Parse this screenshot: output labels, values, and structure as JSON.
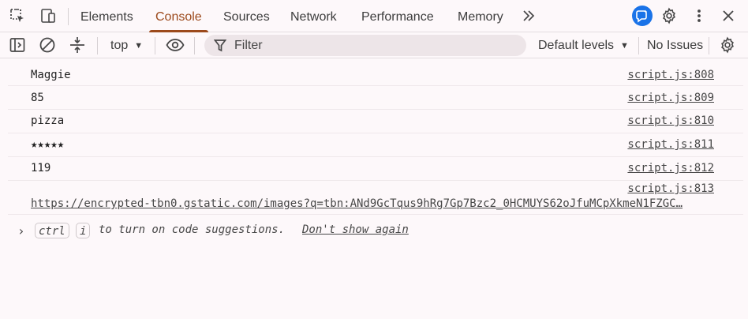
{
  "colors": {
    "accent": "#9c4a1c",
    "ai_button": "#1a73e8"
  },
  "tabbar": {
    "tabs": [
      {
        "label": "Elements",
        "active": false
      },
      {
        "label": "Console",
        "active": true
      },
      {
        "label": "Sources",
        "active": false
      },
      {
        "label": "Network",
        "active": false
      },
      {
        "label": "Performance",
        "active": false
      },
      {
        "label": "Memory",
        "active": false
      }
    ],
    "more_icon": "double-chevron-right-icon",
    "left_icons": [
      "inspect-element-icon",
      "device-toolbar-icon"
    ],
    "right_icons": [
      "ai-assistance-icon",
      "settings-gear-icon",
      "more-vertical-icon",
      "close-icon"
    ]
  },
  "toolbar": {
    "context": "top",
    "filter_placeholder": "Filter",
    "levels": "Default levels",
    "issues": "No Issues"
  },
  "console": {
    "messages": [
      {
        "text": "Maggie",
        "source": "script.js:808"
      },
      {
        "text": "85",
        "source": "script.js:809"
      },
      {
        "text": "pizza",
        "source": "script.js:810"
      },
      {
        "text": "★★★★★",
        "source": "script.js:811"
      },
      {
        "text": "119",
        "source": "script.js:812"
      }
    ],
    "url_message": {
      "source": "script.js:813",
      "url": "https://encrypted-tbn0.gstatic.com/images?q=tbn:ANd9GcTqus9hRg7Gp7Bzc2_0HCMUYS62oJfuMCpXkmeN1FZGC…"
    },
    "prompt": {
      "key1": "ctrl",
      "key2": "i",
      "hint": "to turn on code suggestions.",
      "dismiss": "Don't show again"
    }
  }
}
